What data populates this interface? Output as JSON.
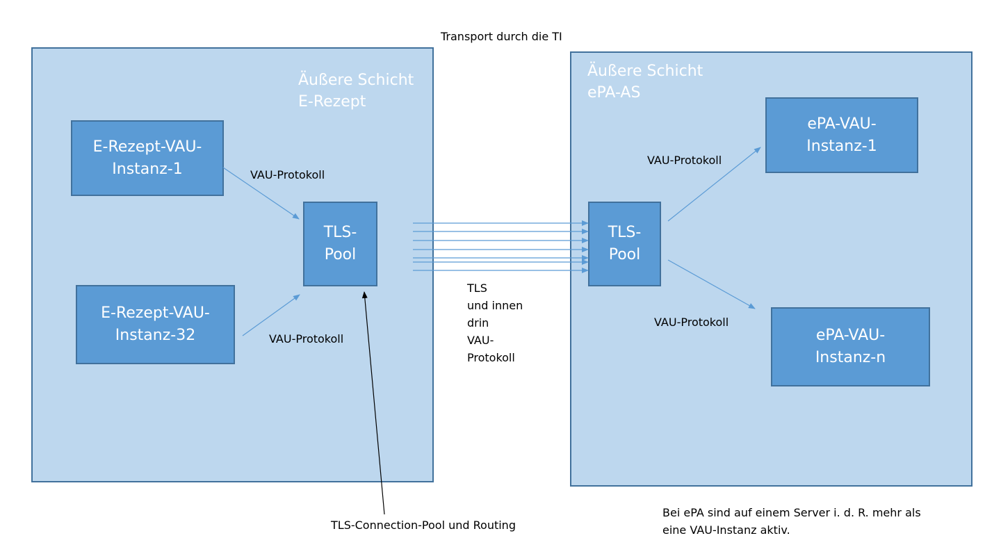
{
  "top_caption": "Transport durch die TI",
  "left_layer": {
    "title": "Äußere Schicht\nE-Rezept",
    "instance_1": "E-Rezept-VAU-\nInstanz-1",
    "instance_32": "E-Rezept-VAU-\nInstanz-32",
    "pool": "TLS-\nPool",
    "protocol_top": "VAU-Protokoll",
    "protocol_bottom": "VAU-Protokoll"
  },
  "right_layer": {
    "title": "Äußere Schicht\nePA-AS",
    "instance_1": "ePA-VAU-\nInstanz-1",
    "instance_n": "ePA-VAU-\nInstanz-n",
    "pool": "TLS-\nPool",
    "protocol_top": "VAU-Protokoll",
    "protocol_bottom": "VAU-Protokoll"
  },
  "transport_label": "TLS\nund innen\ndrin\nVAU-\nProtokoll",
  "pool_note": "TLS-Connection-Pool und Routing",
  "epa_note": "Bei ePA sind auf einem Server i. d. R. mehr als\neine VAU-Instanz aktiv.",
  "colors": {
    "outer_fill": "#bdd7ee",
    "inner_fill": "#5b9bd5",
    "border": "#41719c",
    "connector": "#5b9bd5"
  }
}
